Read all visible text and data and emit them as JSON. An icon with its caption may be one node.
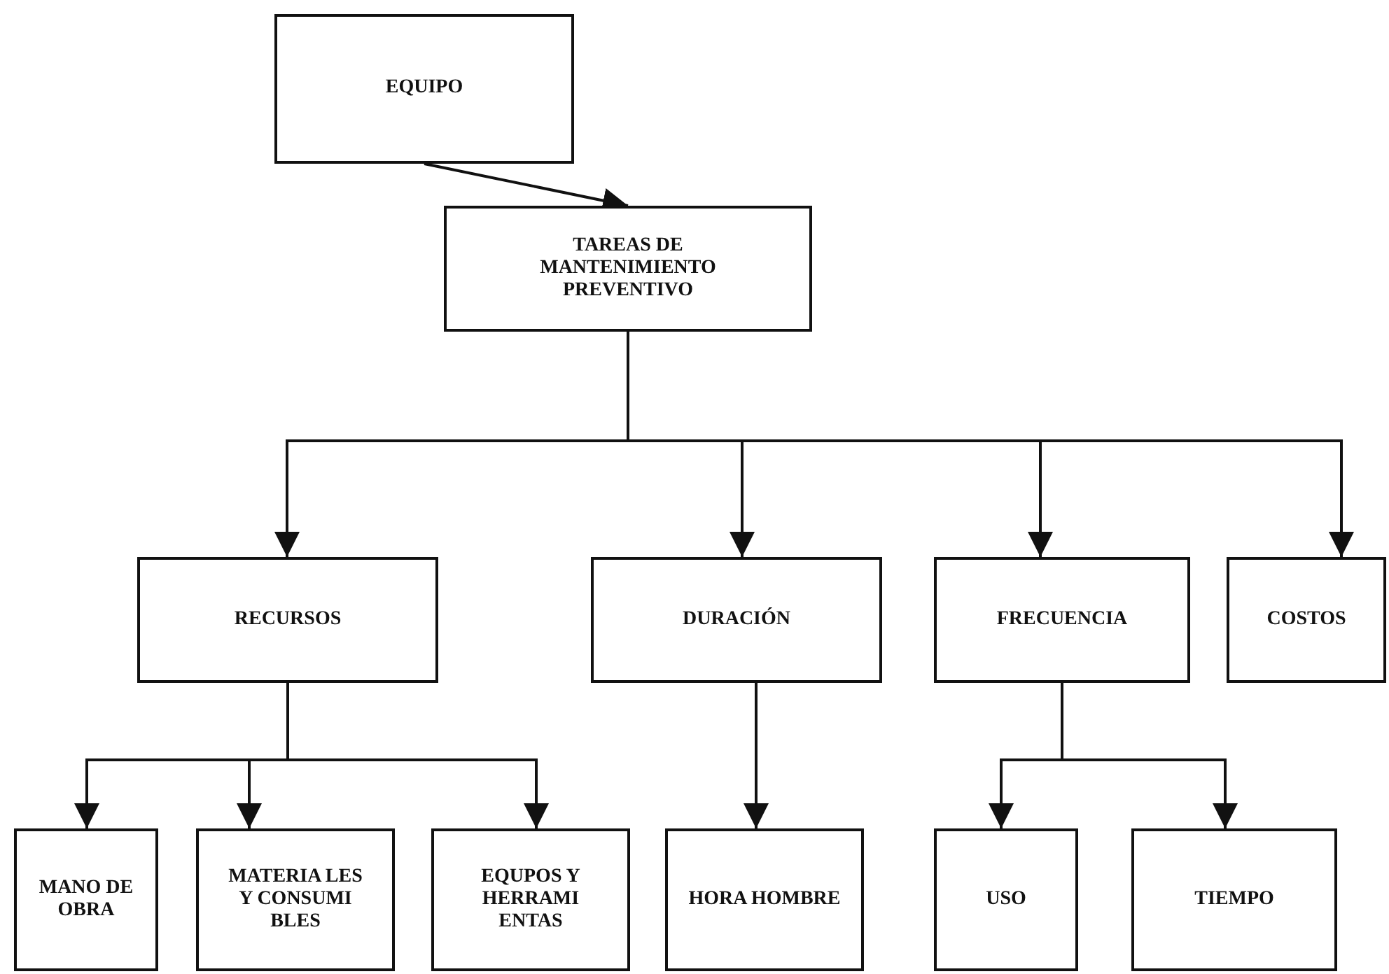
{
  "diagram": {
    "nodes": [
      {
        "text": [
          "EQUIPO"
        ]
      },
      {
        "text": [
          "TAREAS DE MANTENIMIENTO PREVENTIVO"
        ]
      },
      {
        "text": [
          "RECURSOS"
        ]
      },
      {
        "text": [
          "DURACIÓN"
        ]
      },
      {
        "text": [
          "FRECUENCIA"
        ]
      },
      {
        "text": [
          "COSTOS"
        ]
      },
      {
        "text": [
          "MANO DE OBRA"
        ]
      },
      {
        "text": [
          "MATERIA LES Y CONSUMI BLES"
        ]
      },
      {
        "text": [
          "EQUPOS Y HERRAMI ENTAS"
        ]
      },
      {
        "text": [
          "HORA HOMBRE"
        ]
      },
      {
        "text": [
          "USO"
        ]
      },
      {
        "text": [
          "TIEMPO"
        ]
      }
    ],
    "edges": [
      {
        "from": 0,
        "to": 1,
        "arrow": "to"
      },
      {
        "from": 1,
        "to": 2,
        "arrow": "to"
      },
      {
        "from": 1,
        "to": 3,
        "arrow": "to"
      },
      {
        "from": 1,
        "to": 4,
        "arrow": "to"
      },
      {
        "from": 1,
        "to": 5,
        "arrow": "to"
      },
      {
        "from": 2,
        "to": 6,
        "arrow": "to"
      },
      {
        "from": 2,
        "to": 7,
        "arrow": "to"
      },
      {
        "from": 2,
        "to": 8,
        "arrow": "to"
      },
      {
        "from": 3,
        "to": 9,
        "arrow": "to"
      },
      {
        "from": 4,
        "to": 10,
        "arrow": "to"
      },
      {
        "from": 4,
        "to": 11,
        "arrow": "to"
      }
    ]
  }
}
